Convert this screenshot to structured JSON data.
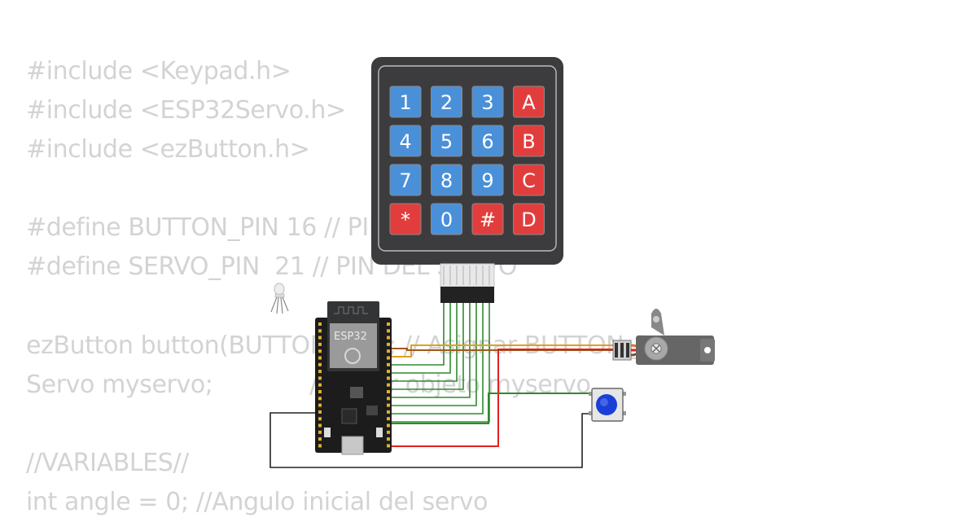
{
  "code_lines": [
    "#include <Keypad.h>",
    "#include <ESP32Servo.h>",
    "#include <ezButton.h>",
    "",
    "#define BUTTON_PIN 16 // PIN DEL BOTON",
    "#define SERVO_PIN  21 // PIN DEL SERVO",
    "",
    "ezButton button(BUTTON_PIN); // Asignar BUTTON_PIN",
    "Servo myservo;             // Crear objeto myservo",
    "",
    "//VARIABLES//",
    "int angle = 0; //Angulo inicial del servo"
  ],
  "keypad": {
    "rows": [
      [
        "1",
        "2",
        "3",
        "A"
      ],
      [
        "4",
        "5",
        "6",
        "B"
      ],
      [
        "7",
        "8",
        "9",
        "C"
      ],
      [
        "*",
        "0",
        "#",
        "D"
      ]
    ],
    "colors": {
      "digit": "#4a90d9",
      "special": "#e23d3d",
      "body": "#3c3c3e"
    }
  },
  "board": {
    "label": "ESP32"
  },
  "wires": {
    "signal": "#2e8b2e",
    "power": "#e02020",
    "servo_signal": "#e0a020",
    "ground": "#222222"
  },
  "button_color": "#1a3fd6"
}
